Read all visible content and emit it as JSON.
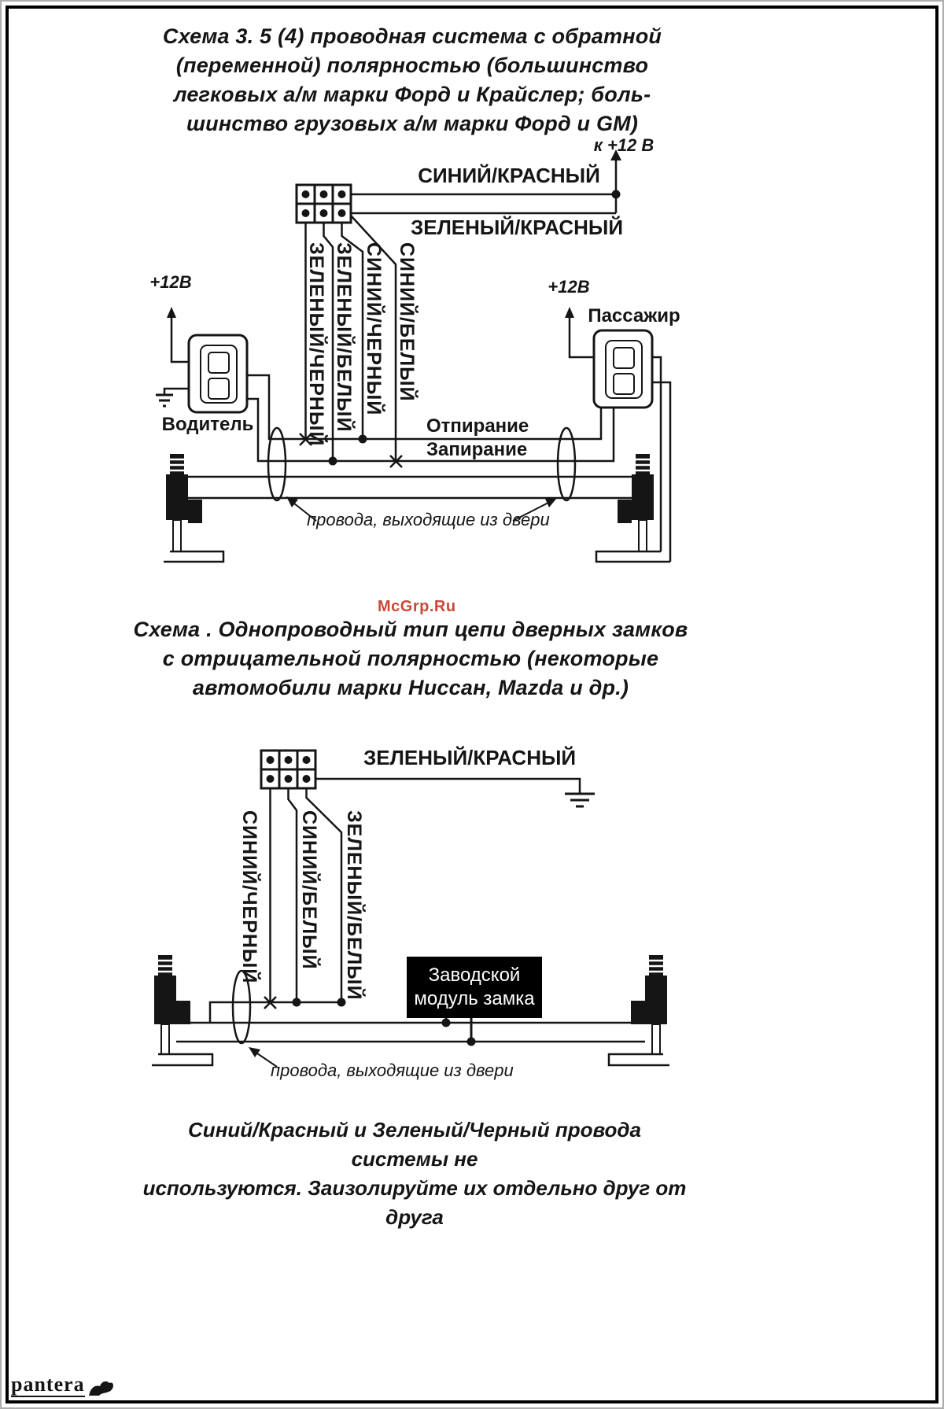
{
  "watermark_text": "McGrp.Ru",
  "brand_logo_text": "pantera",
  "colors": {
    "ink": "#151515",
    "watermark": "#c43a28"
  },
  "diagram1": {
    "title_lines": [
      "Схема 3. 5 (4) проводная система с обратной",
      "(переменной) полярностью (большинство",
      "легковых а/м марки Форд и Крайслер; боль-",
      "шинство грузовых а/м марки Форд и GM)"
    ],
    "to_plus12_label": "к +12 В",
    "wire_blue_red": "СИНИЙ/КРАСНЫЙ",
    "wire_green_red": "ЗЕЛЕНЫЙ/КРАСНЫЙ",
    "vertical_wires": [
      "ЗЕЛЕНЫЙ/ЧЕРНЫЙ",
      "ЗЕЛЕНЫЙ/БЕЛЫЙ",
      "СИНИЙ/ЧЕРНЫЙ",
      "СИНИЙ/БЕЛЫЙ"
    ],
    "plus12_left": "+12В",
    "plus12_right": "+12В",
    "driver_label": "Водитель",
    "passenger_label": "Пассажир",
    "unlock_label": "Отпирание",
    "lock_label": "Запирание",
    "door_wires_note": "провода, выходящие из двери"
  },
  "diagram2": {
    "title_lines": [
      "Схема .  Однопроводный тип цепи дверных замков",
      "с отрицательной полярностью (некоторые",
      "автомобили марки Ниссан, Mazda и др.)"
    ],
    "wire_green_red": "ЗЕЛЕНЫЙ/КРАСНЫЙ",
    "vertical_wires": [
      "СИНИЙ/ЧЕРНЫЙ",
      "СИНИЙ/БЕЛЫЙ",
      "ЗЕЛЕНЫЙ/БЕЛЫЙ"
    ],
    "module_label": "Заводской модуль замка",
    "door_wires_note": "провода, выходящие из двери",
    "footnote_lines": [
      "Синий/Красный и Зеленый/Черный провода системы не",
      "используются. Заизолируйте их отдельно друг от друга"
    ]
  }
}
